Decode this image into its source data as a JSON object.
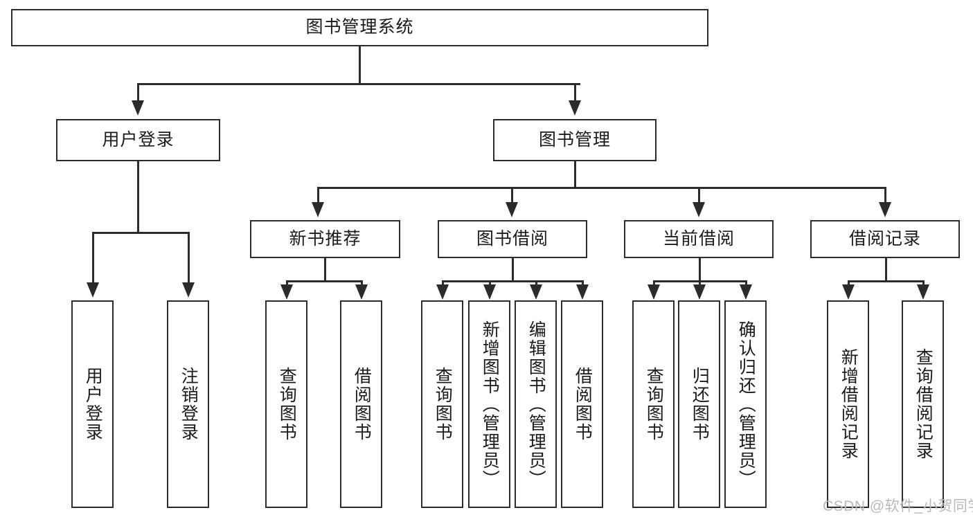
{
  "diagram": {
    "type": "hierarchy-tree",
    "title": "图书管理系统",
    "root": {
      "label": "图书管理系统",
      "orientation": "horizontal"
    },
    "level2": [
      {
        "label": "用户登录",
        "orientation": "horizontal"
      },
      {
        "label": "图书管理",
        "orientation": "horizontal"
      }
    ],
    "level3": [
      {
        "label": "新书推荐",
        "orientation": "horizontal"
      },
      {
        "label": "图书借阅",
        "orientation": "horizontal"
      },
      {
        "label": "当前借阅",
        "orientation": "horizontal"
      },
      {
        "label": "借阅记录",
        "orientation": "horizontal"
      }
    ],
    "leaves": {
      "user_login": [
        {
          "label": "用户登录",
          "orientation": "vertical"
        },
        {
          "label": "注销登录",
          "orientation": "vertical"
        }
      ],
      "new_book_recommend": [
        {
          "label": "查询图书",
          "orientation": "vertical"
        },
        {
          "label": "借阅图书",
          "orientation": "vertical"
        }
      ],
      "book_borrow": [
        {
          "label": "查询图书",
          "orientation": "vertical"
        },
        {
          "label": "新增图书（管理员）",
          "orientation": "vertical"
        },
        {
          "label": "编辑图书（管理员）",
          "orientation": "vertical"
        },
        {
          "label": "借阅图书",
          "orientation": "vertical"
        }
      ],
      "current_borrow": [
        {
          "label": "查询图书",
          "orientation": "vertical"
        },
        {
          "label": "归还图书",
          "orientation": "vertical"
        },
        {
          "label": "确认归还（管理员）",
          "orientation": "vertical"
        }
      ],
      "borrow_record": [
        {
          "label": "新增借阅记录",
          "orientation": "vertical"
        },
        {
          "label": "查询借阅记录",
          "orientation": "vertical"
        }
      ]
    },
    "watermark": "CSDN @软件_小贺同学",
    "colors": {
      "border": "#2b2b2b",
      "background": "#ffffff",
      "text": "#1a1a1a",
      "watermark": "#b9b9b9"
    }
  }
}
